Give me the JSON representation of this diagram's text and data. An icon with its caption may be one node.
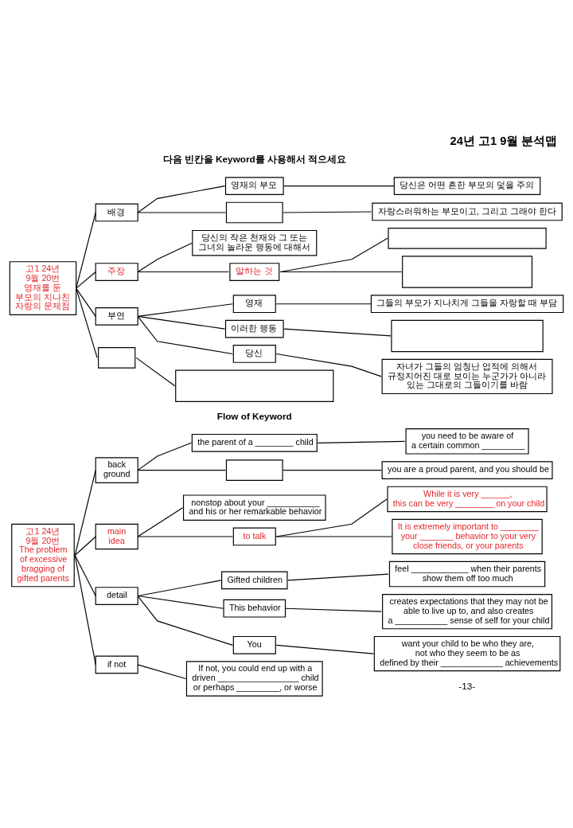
{
  "diagram": {
    "title": "24년 고1 9월 분석맵",
    "nodes": [
      {
        "text": [
          "고1 24년 9월 20번 영재를 둔 부모의 지나친 자랑의 문제점"
        ]
      },
      {
        "text": [
          "배경"
        ]
      },
      {
        "text": [
          "영재의 부모"
        ]
      },
      {
        "text": [
          "당신은 어떤 흔한 부모의 덫을 주의"
        ]
      },
      {
        "text": [],
        "shape": "box"
      },
      {
        "text": [
          "자랑스러워하는 부모이고, 그리고 그래야 한다"
        ]
      },
      {
        "text": [
          "주장"
        ]
      },
      {
        "text": [
          "당신의 작은 천재와 그 또는 그녀의 놀라운 행동에 대해서"
        ]
      },
      {
        "text": [
          "말하는 것"
        ]
      },
      {
        "text": [],
        "shape": "box"
      },
      {
        "text": [],
        "shape": "box"
      },
      {
        "text": [
          "부연"
        ]
      },
      {
        "text": [
          "영재"
        ]
      },
      {
        "text": [
          "그들의 부모가 지나치게 그들을 자랑할 때 부담"
        ]
      },
      {
        "text": [
          "이러한 행동"
        ]
      },
      {
        "text": [],
        "shape": "box"
      },
      {
        "text": [
          "당신"
        ]
      },
      {
        "text": [
          "자녀가 그들의 엄청난 업적에 의해서 규정지어진 대로 보이는 누군가가 아니라 있는 그대로의 그들이기를 바람"
        ]
      },
      {
        "text": [],
        "shape": "box"
      },
      {
        "text": [],
        "shape": "box"
      },
      {
        "text": [
          "고1 24년 9월 20번 The problem of excessive bragging of gifted parents"
        ]
      },
      {
        "text": [
          "back ground"
        ]
      },
      {
        "text": [
          "the parent of a ________ child"
        ]
      },
      {
        "text": [
          "you need to be aware of a certain common _________"
        ]
      },
      {
        "text": [],
        "shape": "box"
      },
      {
        "text": [
          "you are a proud parent, and you should be"
        ]
      },
      {
        "text": [
          "main idea"
        ]
      },
      {
        "text": [
          "nonstop about your ___________ and his or her remarkable behavior"
        ]
      },
      {
        "text": [
          "to talk"
        ]
      },
      {
        "text": [
          "While it is very ______, this can be very ________ on your child"
        ]
      },
      {
        "text": [
          "It is extremely important to ________ your _______ behavior to your very close friends, or your parents"
        ]
      },
      {
        "text": [
          "detail"
        ]
      },
      {
        "text": [
          "Gifted children"
        ]
      },
      {
        "text": [
          "feel ____________ when their parents show them off too much"
        ]
      },
      {
        "text": [
          "This behavior"
        ]
      },
      {
        "text": [
          "creates expectations that they may not be able to live up to, and also creates a ___________ sense of self for your child"
        ]
      },
      {
        "text": [
          "You"
        ]
      },
      {
        "text": [
          "want your child to be who they are, not who they seem to be as defined by their _____________ achievements"
        ]
      },
      {
        "text": [
          "if not"
        ]
      },
      {
        "text": [
          "If not, you could end up with a driven _________________ child or perhaps _________, or worse"
        ]
      }
    ],
    "edges": [
      {
        "from": 0,
        "to": 1,
        "arrow": "none"
      },
      {
        "from": 1,
        "to": 2,
        "arrow": "none"
      },
      {
        "from": 2,
        "to": 3,
        "arrow": "none"
      },
      {
        "from": 1,
        "to": 4,
        "arrow": "none"
      },
      {
        "from": 4,
        "to": 5,
        "arrow": "none"
      },
      {
        "from": 0,
        "to": 6,
        "arrow": "none"
      },
      {
        "from": 6,
        "to": 7,
        "arrow": "none"
      },
      {
        "from": 6,
        "to": 8,
        "arrow": "none"
      },
      {
        "from": 8,
        "to": 9,
        "arrow": "none"
      },
      {
        "from": 8,
        "to": 10,
        "arrow": "none"
      },
      {
        "from": 0,
        "to": 11,
        "arrow": "none"
      },
      {
        "from": 11,
        "to": 12,
        "arrow": "none"
      },
      {
        "from": 12,
        "to": 13,
        "arrow": "none"
      },
      {
        "from": 11,
        "to": 14,
        "arrow": "none"
      },
      {
        "from": 14,
        "to": 15,
        "arrow": "none"
      },
      {
        "from": 11,
        "to": 16,
        "arrow": "none"
      },
      {
        "from": 16,
        "to": 17,
        "arrow": "none"
      },
      {
        "from": 0,
        "to": 18,
        "arrow": "none"
      },
      {
        "from": 18,
        "to": 19,
        "arrow": "none"
      },
      {
        "from": 20,
        "to": 21,
        "arrow": "none"
      },
      {
        "from": 21,
        "to": 22,
        "arrow": "none"
      },
      {
        "from": 22,
        "to": 23,
        "arrow": "none"
      },
      {
        "from": 21,
        "to": 24,
        "arrow": "none"
      },
      {
        "from": 24,
        "to": 25,
        "arrow": "none"
      },
      {
        "from": 20,
        "to": 26,
        "arrow": "none"
      },
      {
        "from": 26,
        "to": 27,
        "arrow": "none"
      },
      {
        "from": 26,
        "to": 28,
        "arrow": "none"
      },
      {
        "from": 28,
        "to": 29,
        "arrow": "none"
      },
      {
        "from": 28,
        "to": 30,
        "arrow": "none"
      },
      {
        "from": 20,
        "to": 31,
        "arrow": "none"
      },
      {
        "from": 31,
        "to": 32,
        "arrow": "none"
      },
      {
        "from": 32,
        "to": 33,
        "arrow": "none"
      },
      {
        "from": 31,
        "to": 34,
        "arrow": "none"
      },
      {
        "from": 34,
        "to": 35,
        "arrow": "none"
      },
      {
        "from": 31,
        "to": 36,
        "arrow": "none"
      },
      {
        "from": 36,
        "to": 37,
        "arrow": "none"
      },
      {
        "from": 20,
        "to": 38,
        "arrow": "none"
      },
      {
        "from": 38,
        "to": 39,
        "arrow": "none"
      }
    ],
    "labels": [
      "다음 빈칸을 Keyword를 사용해서 적으세요",
      "Flow of Keyword",
      "-13-"
    ]
  }
}
